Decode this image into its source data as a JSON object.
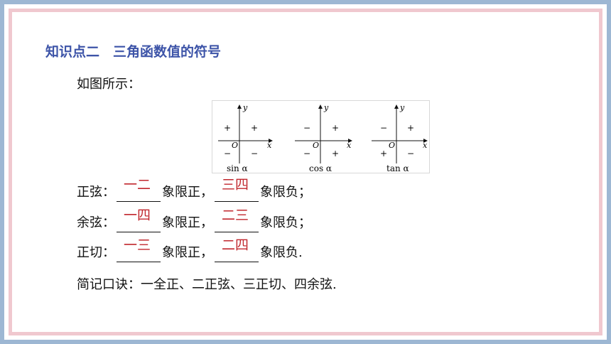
{
  "title": "知识点二　三角函数值的符号",
  "intro": "如图所示：",
  "figure": {
    "axis_y": "y",
    "axis_x": "x",
    "origin": "O",
    "panels": [
      {
        "label": "sin α",
        "q2": "+",
        "q1": "+",
        "q3": "−",
        "q4": "−"
      },
      {
        "label": "cos α",
        "q2": "−",
        "q1": "+",
        "q3": "−",
        "q4": "+"
      },
      {
        "label": "tan α",
        "q2": "−",
        "q1": "+",
        "q3": "+",
        "q4": "−"
      }
    ]
  },
  "lines": [
    {
      "name": "正弦：",
      "ans1": "一二",
      "mid": "象限正，",
      "ans2": "三四",
      "end": "象限负；"
    },
    {
      "name": "余弦：",
      "ans1": "一四",
      "mid": "象限正，",
      "ans2": "二三",
      "end": "象限负；"
    },
    {
      "name": "正切：",
      "ans1": "一三",
      "mid": "象限正，",
      "ans2": "二四",
      "end": "象限负."
    }
  ],
  "motto": "简记口诀：一全正、二正弦、三正切、四余弦.",
  "colors": {
    "title": "#3d54a8",
    "answer": "#c0272d",
    "outer_border": "#9db7d3",
    "inner_border": "#f0c8cf"
  }
}
